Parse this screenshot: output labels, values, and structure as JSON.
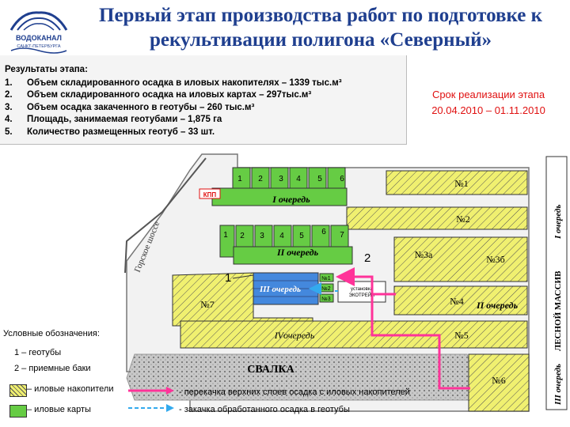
{
  "header": {
    "title": "Первый этап производства работ по подготовке к рекультивации полигона «Северный»"
  },
  "logo": {
    "line1": "ВОДОКАНАЛ",
    "line2": "САНКТ-ПЕТЕРБУРГА"
  },
  "results": {
    "heading": "Результаты этапа:",
    "items": [
      {
        "num": "1.",
        "text": "Объем складированного осадка в иловых накопителях – 1339 тыс.м³"
      },
      {
        "num": "2.",
        "text": "Объем складированного осадка на иловых картах – 297тыс.м³"
      },
      {
        "num": "3.",
        "text": "Объем осадка закаченного в геотубы – 260 тыс.м³"
      },
      {
        "num": "4.",
        "text": "Площадь, занимаемая геотубами – 1,875 га"
      },
      {
        "num": "5.",
        "text": "Количество размещенных геотуб – 33 шт."
      }
    ]
  },
  "term": {
    "line1": "Срок реализации этапа",
    "line2": "20.04.2010 – 01.11.2010"
  },
  "map": {
    "road_label": "Горское шоссе",
    "kpp": "КПП",
    "queue1": "I очередь",
    "queue1_cells": [
      "1",
      "2",
      "3",
      "4",
      "5",
      "6"
    ],
    "queue2": "II очередь",
    "queue2_cells": [
      "1",
      "2",
      "3",
      "4",
      "5",
      "6",
      "7"
    ],
    "queue3": "III очередь",
    "queue3_tanks": [
      "№1",
      "№2",
      "№3"
    ],
    "queue4": "IVочередь",
    "install_line1": "установка",
    "install_line2": "ЭКОТРЕЙН",
    "marker1": "1",
    "marker2": "2",
    "no7": "№7",
    "no1": "№1",
    "no2": "№2",
    "no3a": "№3а",
    "no3b": "№3б",
    "no4": "№4",
    "queue_ii_right": "II очередь",
    "no5": "№5",
    "no6": "№6",
    "dump": "СВАЛКА",
    "forest_queue": "I очередь",
    "forest": "ЛЕСНОЙ МАССИВ",
    "forest_queue3": "III очередь"
  },
  "legend": {
    "title": "Условные обозначения:",
    "l1": "1 – геотубы",
    "l2": "2 – приемные баки",
    "l3": "– иловые накопители",
    "l4": "– иловые карты",
    "l5": "- перекачка верхних слоев осадка с иловых накопителей",
    "l6": "- закачка обработанного осадка в геотубы"
  },
  "colors": {
    "title": "#1f3f8f",
    "accent_red": "#e01010",
    "sludge_storage": "#f0f070",
    "sludge_cards": "#66cc44",
    "pink_pipe": "#ff3399",
    "blue_pipe": "#33aaee"
  }
}
